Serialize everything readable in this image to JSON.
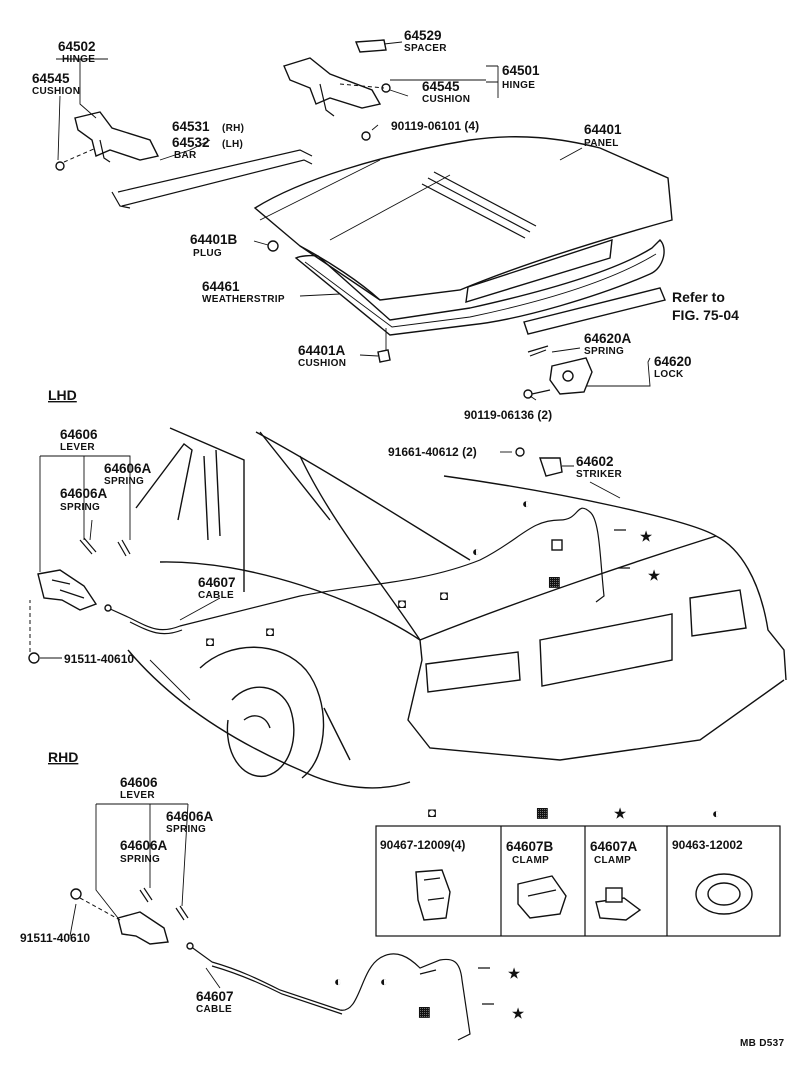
{
  "parts": {
    "hinge_lh": {
      "number": "64502",
      "label": "HINGE"
    },
    "cushion_lh": {
      "number": "64545",
      "label": "CUSHION"
    },
    "spacer": {
      "number": "64529",
      "label": "SPACER"
    },
    "hinge_rh": {
      "number": "64501",
      "label": "HINGE"
    },
    "cushion_rh": {
      "number": "64545",
      "label": "CUSHION"
    },
    "bar_rh": {
      "number": "64531",
      "suffix": "(RH)"
    },
    "bar_lh": {
      "number": "64532",
      "suffix": "(LH)",
      "label": "BAR"
    },
    "bolt_hinge": {
      "number": "90119-06101 (4)"
    },
    "panel": {
      "number": "64401",
      "label": "PANEL"
    },
    "plug": {
      "number": "64401B",
      "label": "PLUG"
    },
    "weatherstrip": {
      "number": "64461",
      "label": "WEATHERSTRIP"
    },
    "refer": {
      "line1": "Refer to",
      "line2": "FIG. 75-04"
    },
    "cushion_a": {
      "number": "64401A",
      "label": "CUSHION"
    },
    "spring_a": {
      "number": "64620A",
      "label": "SPRING"
    },
    "lock": {
      "number": "64620",
      "label": "LOCK"
    },
    "bolt_lock": {
      "number": "90119-06136 (2)"
    },
    "bolt_striker": {
      "number": "91661-40612 (2)"
    },
    "striker": {
      "number": "64602",
      "label": "STRIKER"
    },
    "lhd_lever": {
      "number": "64606",
      "label": "LEVER"
    },
    "lhd_spring_1": {
      "number": "64606A",
      "label": "SPRING"
    },
    "lhd_spring_2": {
      "number": "64606A",
      "label": "SPRING"
    },
    "lhd_cable": {
      "number": "64607",
      "label": "CABLE"
    },
    "lhd_bolt": {
      "number": "91511-40610"
    },
    "rhd_lever": {
      "number": "64606",
      "label": "LEVER"
    },
    "rhd_spring_1": {
      "number": "64606A",
      "label": "SPRING"
    },
    "rhd_spring_2": {
      "number": "64606A",
      "label": "SPRING"
    },
    "rhd_bolt": {
      "number": "91511-40610"
    },
    "rhd_cable": {
      "number": "64607",
      "label": "CABLE"
    }
  },
  "sections": {
    "lhd": "LHD",
    "rhd": "RHD"
  },
  "legend": {
    "clip_1": {
      "number": "90467-12009(4)"
    },
    "clamp_b": {
      "number": "64607B",
      "label": "CLAMP"
    },
    "clamp_a": {
      "number": "64607A",
      "label": "CLAMP"
    },
    "clip_2": {
      "number": "90463-12002"
    }
  },
  "code": "MB  D537",
  "symbols": {
    "square": "◘",
    "grid": "▦",
    "star": "★",
    "half": "◐"
  }
}
